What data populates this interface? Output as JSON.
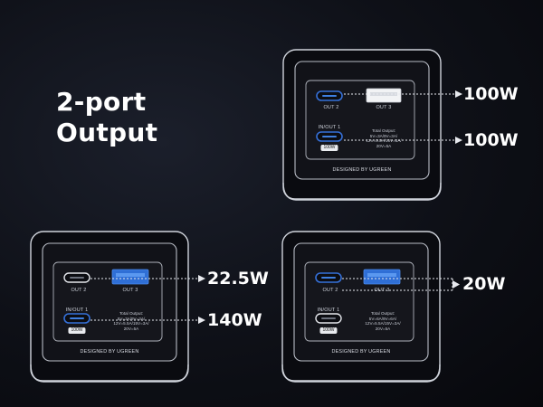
{
  "title": {
    "line1": "2-port",
    "line2": "Output"
  },
  "colors": {
    "usb_a_blue": "#3e7fe0",
    "usb_c_blue": "#3570d8",
    "outline": "#cfd3db",
    "arrow": "#e8eaef"
  },
  "chargers": [
    {
      "out2": "OUT 2",
      "out3": "OUT 3",
      "in_out1": "IN/OUT 1",
      "badge": "100W",
      "spec": [
        "Total Output:",
        "5V=3A/9V=3A/",
        "12V=5.5A/15V=3A/",
        "20V=5A"
      ],
      "brand": "DESIGNED BY UGREEN",
      "active": [
        "usb_c1",
        "usb_c2"
      ],
      "outputs": [
        "100W",
        "100W"
      ]
    },
    {
      "out2": "OUT 2",
      "out3": "OUT 3",
      "in_out1": "IN/OUT 1",
      "badge": "100W",
      "spec": [
        "Total Output:",
        "5V=3A/9V=3A/",
        "12V=5.5A/15V=3A/",
        "20V=5A"
      ],
      "brand": "DESIGNED BY UGREEN",
      "active": [
        "usb_a",
        "usb_c1"
      ],
      "outputs": [
        "22.5W",
        "140W"
      ]
    },
    {
      "out2": "OUT 2",
      "out3": "OUT 3",
      "in_out1": "IN/OUT 1",
      "badge": "100W",
      "spec": [
        "Total Output:",
        "5V=6A/9V=6A/",
        "12V=5.5A/15V=3A/",
        "20V=5A"
      ],
      "brand": "DESIGNED BY UGREEN",
      "active": [
        "usb_c2",
        "usb_a"
      ],
      "outputs": [
        "20W"
      ]
    }
  ]
}
